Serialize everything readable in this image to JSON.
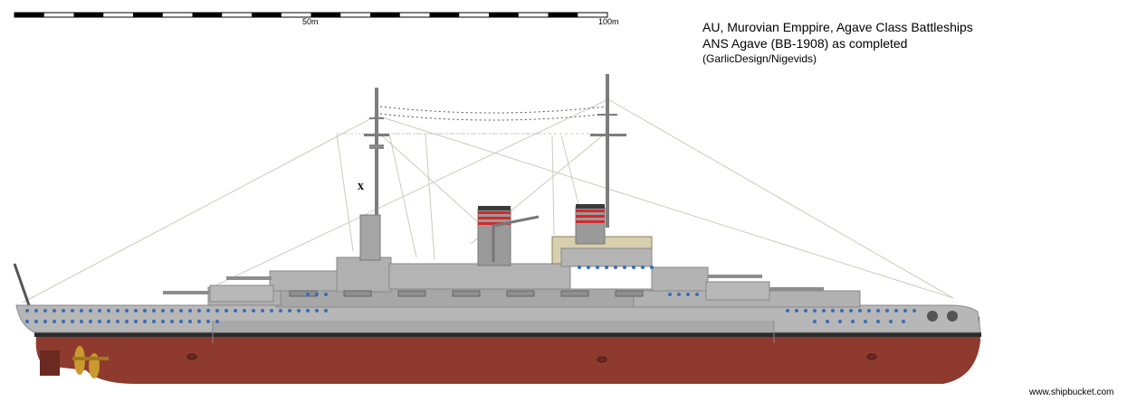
{
  "titles": {
    "line1": "AU, Murovian Emppire, Agave Class Battleships",
    "line2": "ANS Agave (BB-1908) as completed",
    "line3": "(GarlicDesign/Nigevids)"
  },
  "scale": {
    "label_mid": "50m",
    "label_end": "100m"
  },
  "credit": "www.shipbucket.com",
  "flag_letter": "X",
  "colors": {
    "hull_grey": "#b7b7b7",
    "hull_dark": "#9a9a9a",
    "hull_red": "#8f3a2e",
    "boot_top": "#2a2a2a",
    "porthole": "#3a6db5",
    "funnel_red": "#d8262a",
    "mast": "#7a7a7a",
    "rigging": "#c9c5b8",
    "propeller": "#c99a2e",
    "deck_tan": "#d8cfae"
  }
}
